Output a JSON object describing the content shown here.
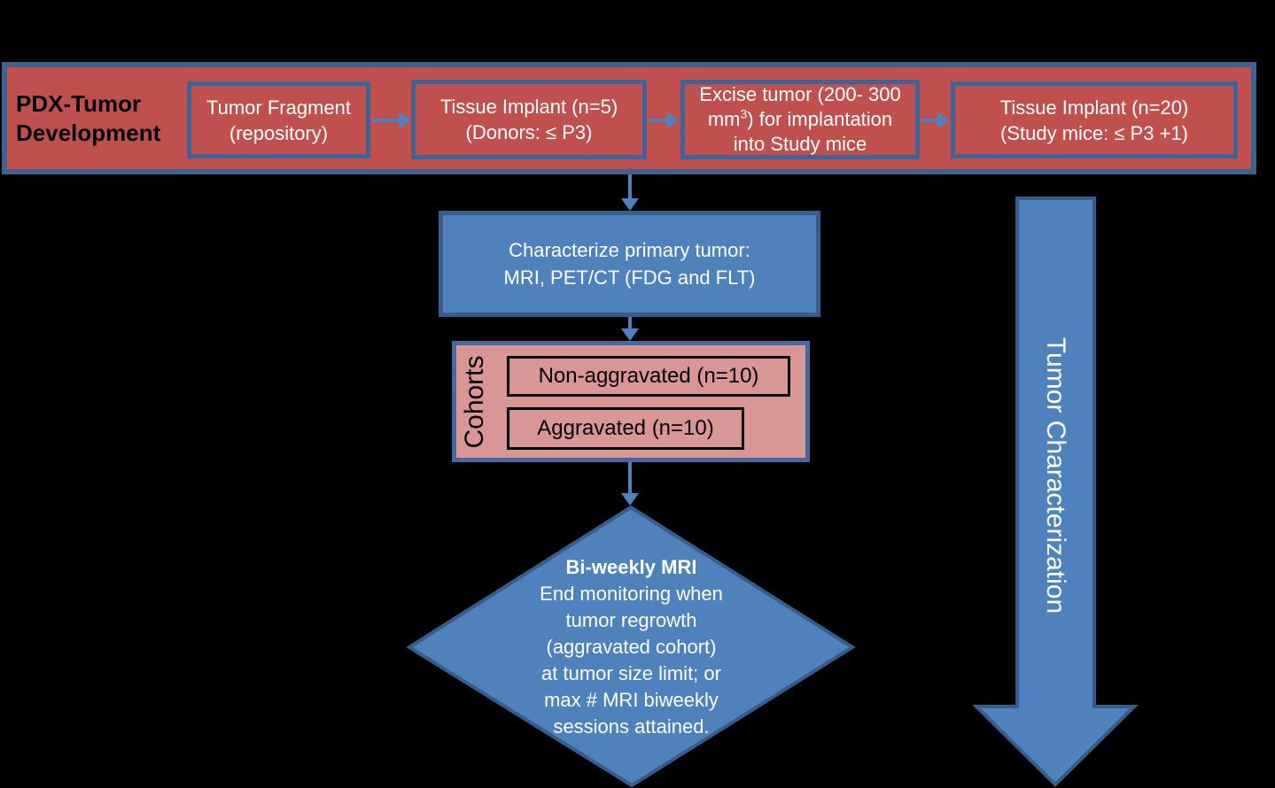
{
  "banner": {
    "title_line1": "PDX-Tumor",
    "title_line2": "Development",
    "boxes": [
      {
        "line1": "Tumor Fragment",
        "line2": "(repository)"
      },
      {
        "line1": "Tissue Implant (n=5)",
        "line2": "(Donors: ≤ P3)"
      },
      {
        "line1": "Excise tumor (200- 300",
        "line2_pre": "mm",
        "line2_sup": "3",
        "line2_post": ") for implantation",
        "line3": "into Study mice"
      },
      {
        "line1": "Tissue Implant (n=20)",
        "line2": "(Study mice: ≤ P3 +1)"
      }
    ]
  },
  "characterize_box": {
    "line1": "Characterize primary tumor:",
    "line2": "MRI, PET/CT (FDG and FLT)"
  },
  "cohorts": {
    "label": "Cohorts",
    "items": [
      {
        "label": "Non-aggravated (n=10)"
      },
      {
        "label": "Aggravated (n=10)"
      }
    ]
  },
  "decision_diamond": {
    "title": "Bi-weekly MRI",
    "lines": [
      "End monitoring when",
      "tumor regrowth",
      "(aggravated cohort)",
      "at tumor size limit; or",
      "max # MRI biweekly",
      "sessions attained."
    ]
  },
  "side_arrow": {
    "label": "Tumor Characterization"
  },
  "colors": {
    "background": "#000000",
    "red_fill": "#C0504D",
    "red_box_border": "#3E6396",
    "banner_border": "#3C6290",
    "blue_fill": "#4F81BD",
    "blue_border": "#385D8A",
    "pink_fill": "#D99694",
    "pink_border": "#44699F",
    "cohort_item_border": "#000000",
    "connector": "#4F81BD",
    "text_light": "#FFFFFF",
    "text_dark": "#000000"
  }
}
